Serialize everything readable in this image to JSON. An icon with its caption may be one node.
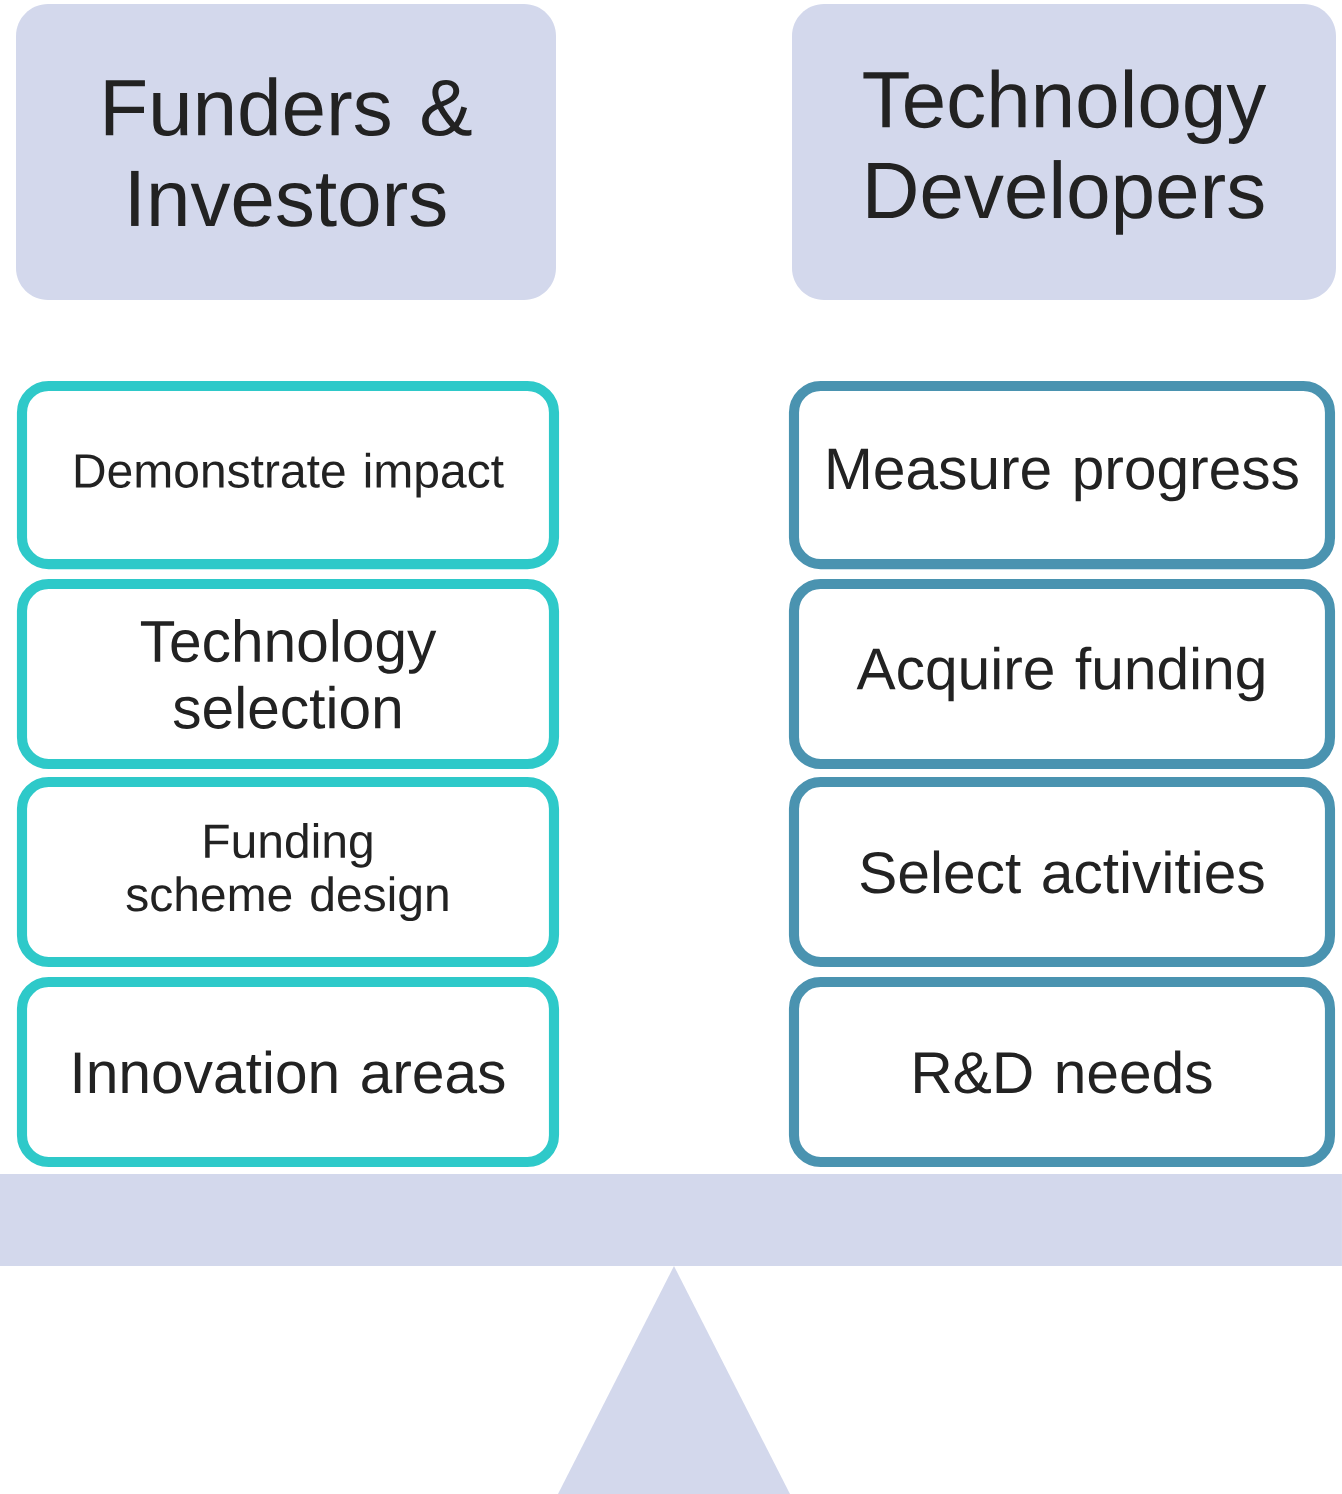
{
  "diagram": {
    "nodes": [
      {
        "text": [
          "Funders & Investors"
        ]
      },
      {
        "text": [
          "Technology Developers"
        ]
      },
      {
        "text": [
          "Demonstrate impact"
        ]
      },
      {
        "text": [
          "Technology selection"
        ]
      },
      {
        "text": [
          "Funding scheme design"
        ]
      },
      {
        "text": [
          "Innovation areas"
        ]
      },
      {
        "text": [
          "Measure progress"
        ]
      },
      {
        "text": [
          "Acquire funding"
        ]
      },
      {
        "text": [
          "Select activities"
        ]
      },
      {
        "text": [
          "R&D needs"
        ]
      }
    ]
  }
}
